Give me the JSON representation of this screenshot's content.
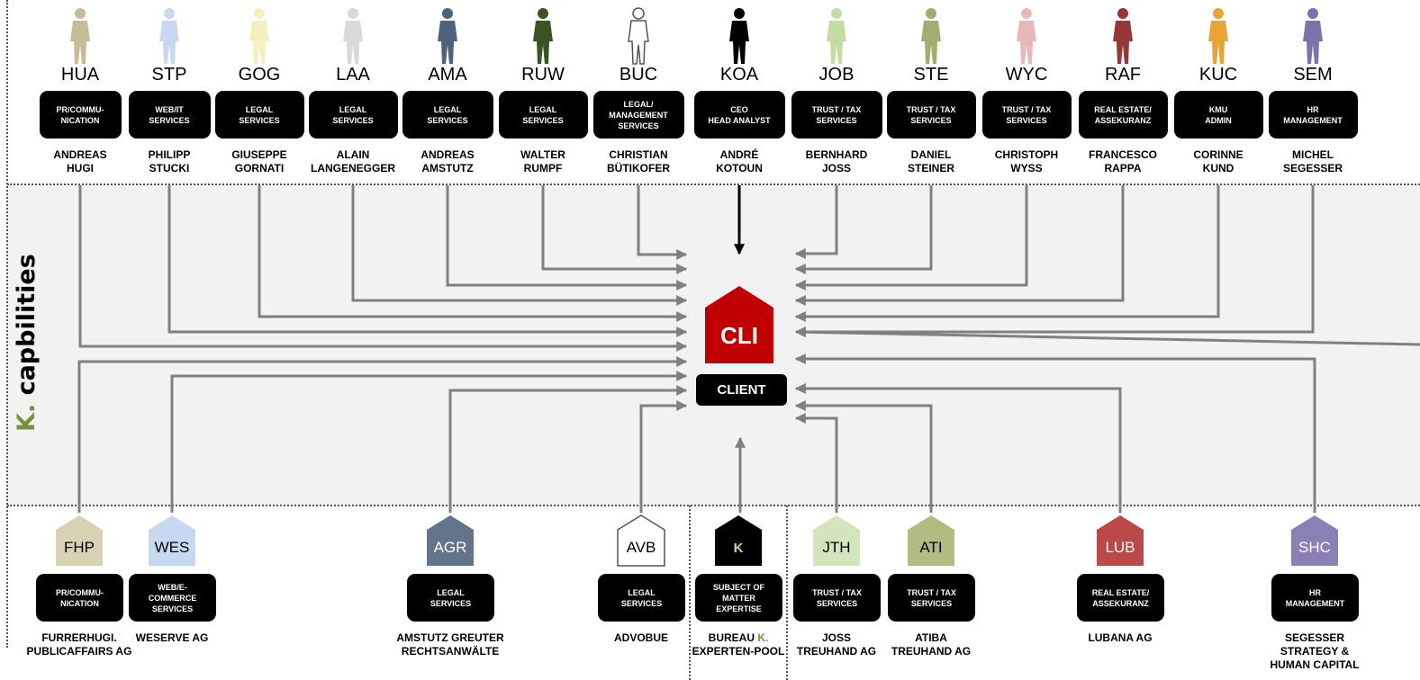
{
  "side_label": {
    "prefix": "K.",
    "text": " capbilities",
    "prefix_color": "#76923c"
  },
  "center": {
    "code": "CLI",
    "label": "CLIENT",
    "color": "#c00000"
  },
  "people": [
    {
      "code": "HUA",
      "role": "PR/COMMU-\nNICATION",
      "name": "ANDREAS\nHUGI",
      "color": "#c4bd97",
      "outline": false
    },
    {
      "code": "STP",
      "role": "WEB/IT\nSERVICES",
      "name": "PHILIPP\nSTUCKI",
      "color": "#c6d9f1",
      "outline": false
    },
    {
      "code": "GOG",
      "role": "LEGAL\nSERVICES",
      "name": "GIUSEPPE\nGORNATI",
      "color": "#f5efbf",
      "outline": false
    },
    {
      "code": "LAA",
      "role": "LEGAL\nSERVICES",
      "name": "ALAIN\nLANGENEGGER",
      "color": "#d9d9d9",
      "outline": false
    },
    {
      "code": "AMA",
      "role": "LEGAL\nSERVICES",
      "name": "ANDREAS\nAMSTUTZ",
      "color": "#4e637b",
      "outline": false
    },
    {
      "code": "RUW",
      "role": "LEGAL\nSERVICES",
      "name": "WALTER\nRUMPF",
      "color": "#3b5521",
      "outline": false
    },
    {
      "code": "BUC",
      "role": "LEGAL/\nMANAGEMENT\nSERVICES",
      "name": "CHRISTIAN\nBÜTIKOFER",
      "color": "#ffffff",
      "outline": true
    },
    {
      "code": "KOA",
      "role": "CEO\nHEAD ANALYST",
      "name": "ANDRÉ\nKOTOUN",
      "color": "#000000",
      "outline": false
    },
    {
      "code": "JOB",
      "role": "TRUST / TAX\nSERVICES",
      "name": "BERNHARD\nJOSS",
      "color": "#c3dca4",
      "outline": false
    },
    {
      "code": "STE",
      "role": "TRUST / TAX\nSERVICES",
      "name": "DANIEL\nSTEINER",
      "color": "#a4ad6f",
      "outline": false
    },
    {
      "code": "WYC",
      "role": "TRUST / TAX\nSERVICES",
      "name": "CHRISTOPH\nWYSS",
      "color": "#e6b9b8",
      "outline": false
    },
    {
      "code": "RAF",
      "role": "REAL ESTATE/\nASSEKURANZ",
      "name": "FRANCESCO\nRAPPA",
      "color": "#953735",
      "outline": false
    },
    {
      "code": "KUC",
      "role": "KMU\nADMIN",
      "name": "CORINNE\nKUND",
      "color": "#e6a535",
      "outline": false
    },
    {
      "code": "SEM",
      "role": "HR\nMANAGEMENT",
      "name": "MICHEL\nSEGESSER",
      "color": "#7f72ac",
      "outline": false
    }
  ],
  "entities": [
    {
      "code": "FHP",
      "role": "PR/COMMU-\nNICATION",
      "company": "FURRERHUGI.\nPUBLICAFFAIRS AG",
      "color": "#d8d2b3",
      "text_color": "#000000",
      "outline": false
    },
    {
      "code": "WES",
      "role": "WEB/E-\nCOMMERCE\nSERVICES",
      "company": "WESERVE AG",
      "color": "#c6d9f1",
      "text_color": "#000000",
      "outline": false
    },
    {
      "code": "AGR",
      "role": "LEGAL\nSERVICES",
      "company": "AMSTUTZ GREUTER\nRECHTSANWÄLTE",
      "color": "#627487",
      "text_color": "#ffffff",
      "outline": false
    },
    {
      "code": "AVB",
      "role": "LEGAL\nSERVICES",
      "company": "ADVOBUE",
      "color": "#ffffff",
      "text_color": "#000000",
      "outline": true
    },
    {
      "code": "K",
      "role": "SUBJECT OF\nMATTER\nEXPERTISE",
      "company_prefix": "BUREAU ",
      "company_k": "K.",
      "company_suffix": "\nEXPERTEN-POOL",
      "color": "#000000",
      "text_color": "#c3dca4",
      "outline": false
    },
    {
      "code": "JTH",
      "role": "TRUST / TAX\nSERVICES",
      "company": "JOSS\nTREUHAND AG",
      "color": "#d2e5bd",
      "text_color": "#000000",
      "outline": false
    },
    {
      "code": "ATI",
      "role": "TRUST / TAX\nSERVICES",
      "company": "ATIBA\nTREUHAND AG",
      "color": "#b3bb80",
      "text_color": "#000000",
      "outline": false
    },
    {
      "code": "LUB",
      "role": "REAL ESTATE/\nASSEKURANZ",
      "company": "LUBANA AG",
      "color": "#b94a48",
      "text_color": "#ffffff",
      "outline": false
    },
    {
      "code": "SHC",
      "role": "HR\nMANAGEMENT",
      "company": "SEGESSER\nSTRATEGY  &\nHUMAN CAPITAL",
      "color": "#8a80b5",
      "text_color": "#ffffff",
      "outline": false
    }
  ]
}
